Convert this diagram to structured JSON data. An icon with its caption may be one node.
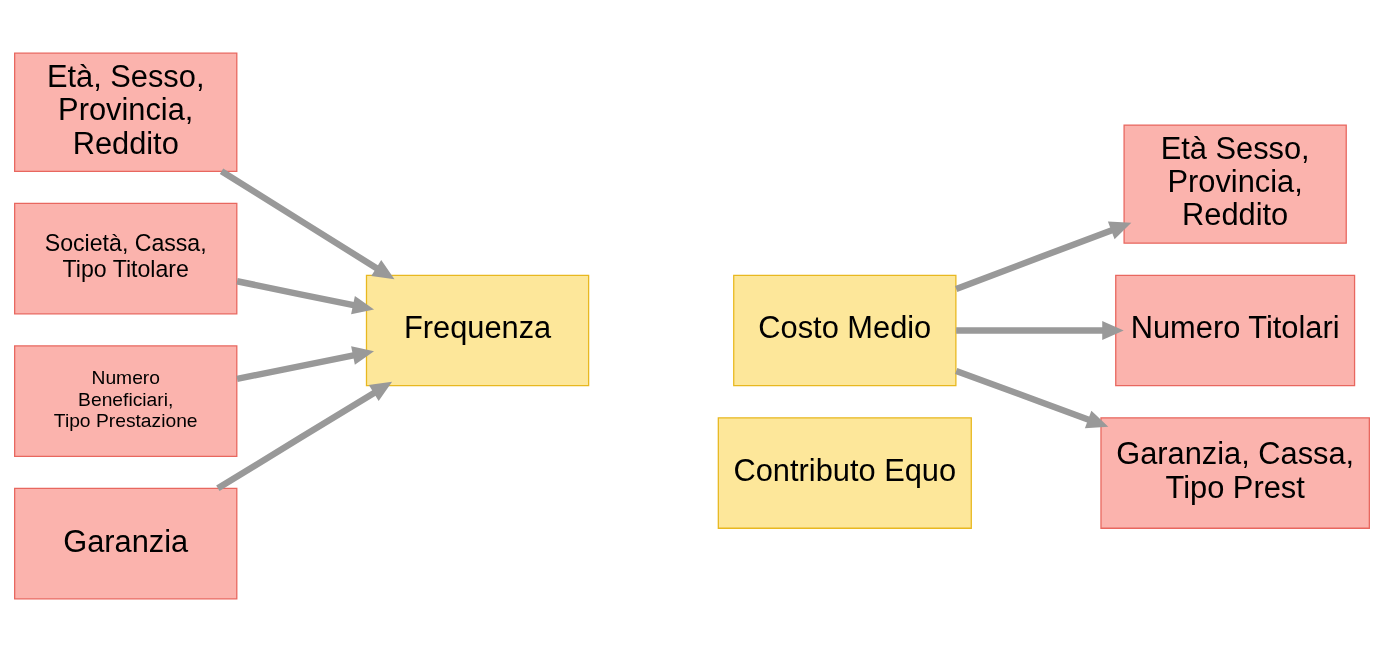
{
  "diagram": {
    "nodes": [
      {
        "text": [
          "Età, Sesso, Provincia, Reddito"
        ]
      },
      {
        "text": [
          "Società, Cassa, Tipo Titolare"
        ]
      },
      {
        "text": [
          "Numero Beneficiari, Tipo Prestazione"
        ]
      },
      {
        "text": [
          "Garanzia"
        ]
      },
      {
        "text": [
          "Frequenza"
        ]
      },
      {
        "text": [
          "Costo Medio"
        ]
      },
      {
        "text": [
          "Età Sesso, Provincia, Reddito"
        ]
      },
      {
        "text": [
          "Numero Titolari"
        ]
      },
      {
        "text": [
          "Garanzia, Cassa, Tipo Prest"
        ]
      },
      {
        "text": [
          "Contributo Equo"
        ]
      }
    ],
    "edges": [
      {
        "from": 0,
        "to": 4,
        "arrow": "to"
      },
      {
        "from": 1,
        "to": 4,
        "arrow": "to"
      },
      {
        "from": 2,
        "to": 4,
        "arrow": "to"
      },
      {
        "from": 3,
        "to": 4,
        "arrow": "to"
      },
      {
        "from": 5,
        "to": 6,
        "arrow": "to"
      },
      {
        "from": 5,
        "to": 7,
        "arrow": "to"
      },
      {
        "from": 5,
        "to": 8,
        "arrow": "to"
      }
    ]
  }
}
